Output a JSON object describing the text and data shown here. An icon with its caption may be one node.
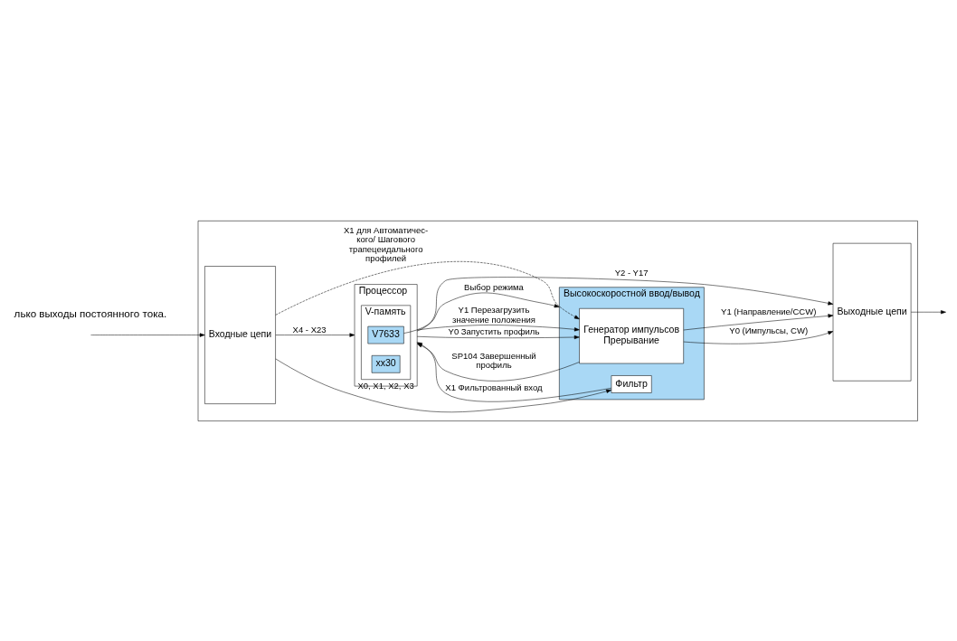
{
  "diagram": {
    "nodes": [
      {
        "text": [],
        "shape": "box"
      },
      {
        "text": [
          "Выходные цепи"
        ],
        "in": 0
      },
      {
        "text": [
          "Высокоскоростной ввод/вывод"
        ],
        "in": 0
      },
      {
        "text": [
          "Генератор импульсов",
          "Прерывание"
        ],
        "in": 2
      },
      {
        "text": [
          "Фильтр"
        ],
        "in": 2
      },
      {
        "text": [
          "Процессор"
        ],
        "in": 0
      },
      {
        "text": [
          "V-память"
        ],
        "in": 5
      },
      {
        "text": [
          "V7633"
        ],
        "in": 6
      },
      {
        "text": [
          "xx30"
        ],
        "in": 6
      },
      {
        "text": [
          "Входные цепи"
        ],
        "in": 0
      }
    ],
    "edges": [
      {
        "from": 1,
        "to": null,
        "arrow": "to"
      },
      {
        "from": 3,
        "to": 1,
        "arrow": "to",
        "label": "Y0 (Импульсы, CW)"
      },
      {
        "from": 3,
        "to": 1,
        "arrow": "to",
        "label": "Y1 (Направление/CCW)"
      },
      {
        "from": 5,
        "to": 1,
        "arrow": "to",
        "label": "Y2 - Y17"
      },
      {
        "from": 3,
        "to": 5,
        "arrow": "to",
        "label": "SP104 Завершенный профиль"
      },
      {
        "from": 5,
        "to": 3,
        "arrow": "to",
        "label": "Y0 Запустить профиль"
      },
      {
        "from": 5,
        "to": 3,
        "arrow": "to",
        "label": "Y1 Перезагрузить значение положения"
      },
      {
        "from": 4,
        "to": 5,
        "arrow": "to",
        "label": "X1 Фильтрованный вход"
      },
      {
        "from": 7,
        "to": 2,
        "arrow": "to",
        "label": "Выбор режима"
      },
      {
        "from": 9,
        "to": 3,
        "arrow": "to",
        "label": "X1 для Автоматичес- кого/ Шагового трапецеидального профилей",
        "style": "dashed"
      },
      {
        "from": 9,
        "to": 4,
        "arrow": "to",
        "label": "X0, X1, X2, X3"
      },
      {
        "from": 9,
        "to": 5,
        "arrow": "to",
        "label": "X4 - X23"
      },
      {
        "from": null,
        "to": 9,
        "arrow": "to"
      }
    ],
    "labels": [
      "лько выходы постоянного тока."
    ]
  }
}
